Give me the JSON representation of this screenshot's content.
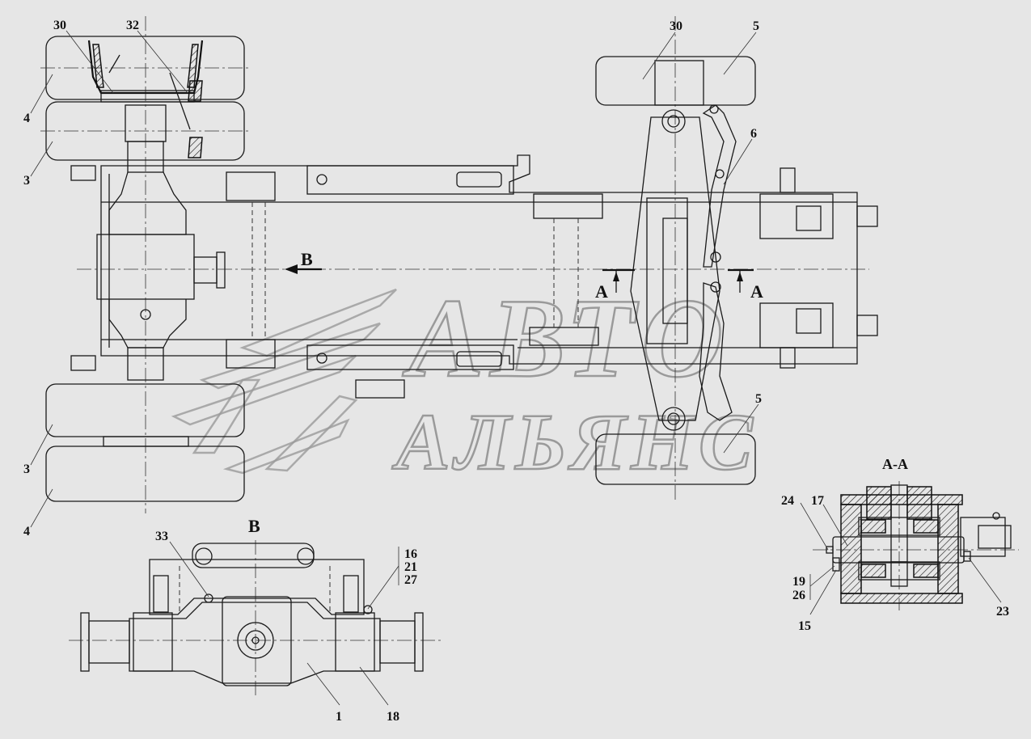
{
  "watermark": {
    "line1": "АВТО",
    "line2": "АЛЬЯНС"
  },
  "view_labels": {
    "b_arrow": "B",
    "b_view": "B",
    "a_left": "A",
    "a_right": "A",
    "section_title": "A-A"
  },
  "callouts": {
    "c30_left": "30",
    "c32": "32",
    "c4_top": "4",
    "c3_top": "3",
    "c30_right": "30",
    "c5_top": "5",
    "c6": "6",
    "c5_bottom": "5",
    "c3_bottom": "3",
    "c4_bottom": "4",
    "c33": "33",
    "c16": "16",
    "c21": "21",
    "c27": "27",
    "c1": "1",
    "c18": "18",
    "c24": "24",
    "c17": "17",
    "c19": "19",
    "c26": "26",
    "c15": "15",
    "c23": "23"
  }
}
